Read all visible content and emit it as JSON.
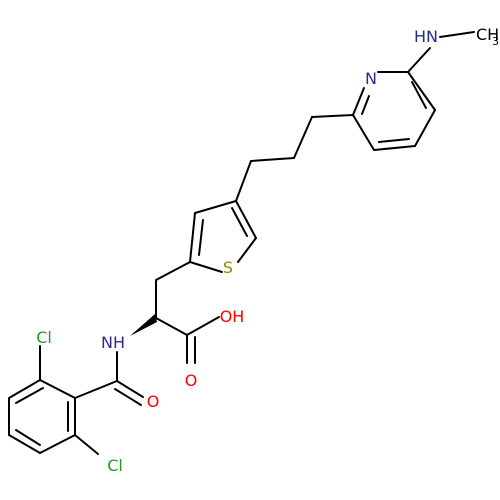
{
  "molecule": {
    "atoms": {
      "cl_top": {
        "text": "Cl"
      },
      "cl_bottom": {
        "text": "Cl"
      },
      "amide_nh": {
        "text": "NH"
      },
      "carbonyl_o": {
        "text": "O"
      },
      "acid_oh": {
        "text": "OH"
      },
      "acid_o": {
        "text": "O"
      },
      "thiophene_s": {
        "text": "S"
      },
      "pyridine_n": {
        "text": "N"
      },
      "amine_nh": {
        "text": "HN"
      },
      "methyl_c": {
        "text": "CH"
      },
      "methyl_sub": {
        "text": "3"
      }
    },
    "colors": {
      "bond": "#000000",
      "carbon": "#000000",
      "nitrogen": "#2b2b8c",
      "oxygen": "#ff0000",
      "sulfur": "#8c8c00",
      "chlorine": "#1e9e1e"
    }
  }
}
